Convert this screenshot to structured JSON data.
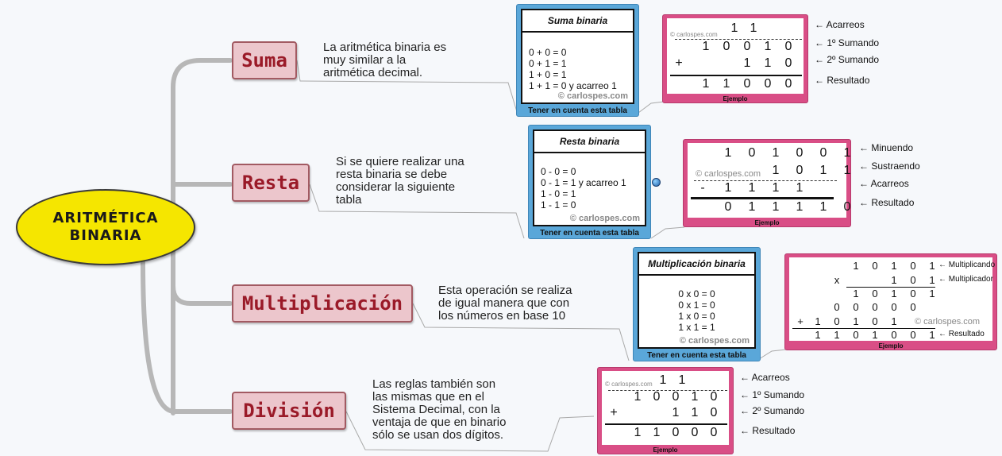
{
  "central": {
    "line1": "ARITMÉTICA",
    "line2": "BINARIA"
  },
  "topics": [
    {
      "label": "Suma",
      "desc": [
        "La aritmética binaria es",
        "muy similar a la",
        "aritmética decimal."
      ]
    },
    {
      "label": "Resta",
      "desc": [
        "Si se quiere realizar una",
        "resta binaria se debe",
        "considerar la siguiente",
        "tabla"
      ]
    },
    {
      "label": "Multiplicación",
      "desc": [
        "Esta operación se realiza",
        "de igual manera que con",
        "los números en base 10"
      ]
    },
    {
      "label": "División",
      "desc": [
        "Las reglas también son",
        "las mismas que en el",
        "Sistema Decimal, con la",
        "ventaja de que en binario",
        "sólo se usan dos dígitos."
      ]
    }
  ],
  "tables": [
    {
      "title": "Suma binaria",
      "rows": [
        "0 + 0 = 0",
        "0 + 1 = 1",
        "1 + 0 = 1",
        "1 + 1 = 0 y acarreo 1"
      ],
      "copyright": "© carlospes.com",
      "footer": "Tener en cuenta esta tabla"
    },
    {
      "title": "Resta binaria",
      "rows": [
        "0 - 0 = 0",
        "0 - 1 = 1 y acarreo 1",
        "1 - 0 = 1",
        "1 - 1 = 0"
      ],
      "copyright": "© carlospes.com",
      "footer": "Tener en cuenta esta tabla"
    },
    {
      "title": "Multiplicación binaria",
      "rows": [
        "0 x 0 = 0",
        "0 x 1 = 0",
        "1 x 0 = 0",
        "1 x 1 = 1"
      ],
      "copyright": "© carlospes.com",
      "footer": "Tener en cuenta esta tabla"
    }
  ],
  "examples": {
    "footer": "Ejemplo",
    "watermark": "© carlospes.com",
    "suma": {
      "carry": [
        "1",
        "1"
      ],
      "addend1": [
        "1",
        "0",
        "0",
        "1",
        "0"
      ],
      "op": "+",
      "addend2": [
        "1",
        "1",
        "0"
      ],
      "result": [
        "1",
        "1",
        "0",
        "0",
        "0"
      ],
      "labels": [
        "← Acarreos",
        "← 1º Sumando",
        "← 2º Sumando",
        "← Resultado"
      ]
    },
    "resta": {
      "minuend": [
        "1",
        "0",
        "1",
        "0",
        "0",
        "1"
      ],
      "subtrahend": [
        "1",
        "0",
        "1",
        "1"
      ],
      "op": "-",
      "carries": [
        "1",
        "1",
        "1",
        "1"
      ],
      "result": [
        "0",
        "1",
        "1",
        "1",
        "1",
        "0"
      ],
      "labels": [
        "← Minuendo",
        "← Sustraendo",
        "← Acarreos",
        "← Resultado"
      ]
    },
    "multi": {
      "multiplicand": [
        "1",
        "0",
        "1",
        "0",
        "1"
      ],
      "op": "x",
      "multiplier": [
        "1",
        "0",
        "1"
      ],
      "p1": [
        "1",
        "0",
        "1",
        "0",
        "1"
      ],
      "p2": [
        "0",
        "0",
        "0",
        "0",
        "0"
      ],
      "plus": "+",
      "p3": [
        "1",
        "0",
        "1",
        "0",
        "1"
      ],
      "result": [
        "1",
        "1",
        "0",
        "1",
        "0",
        "0",
        "1"
      ],
      "labels": [
        "← Multiplicando",
        "← Multiplicador",
        "← Resultado"
      ]
    },
    "division": {
      "carry": [
        "1",
        "1"
      ],
      "addend1": [
        "1",
        "0",
        "0",
        "1",
        "0"
      ],
      "op": "+",
      "addend2": [
        "1",
        "1",
        "0"
      ],
      "result": [
        "1",
        "1",
        "0",
        "0",
        "0"
      ],
      "labels": [
        "← Acarreos",
        "← 1º Sumando",
        "← 2º Sumando",
        "← Resultado"
      ]
    }
  },
  "colors": {
    "central": "#f5e600",
    "topic_fill": "#ecc6cc",
    "topic_text": "#9a1a28",
    "table_frame": "#5aa7d9",
    "example_frame": "#d94e86"
  }
}
